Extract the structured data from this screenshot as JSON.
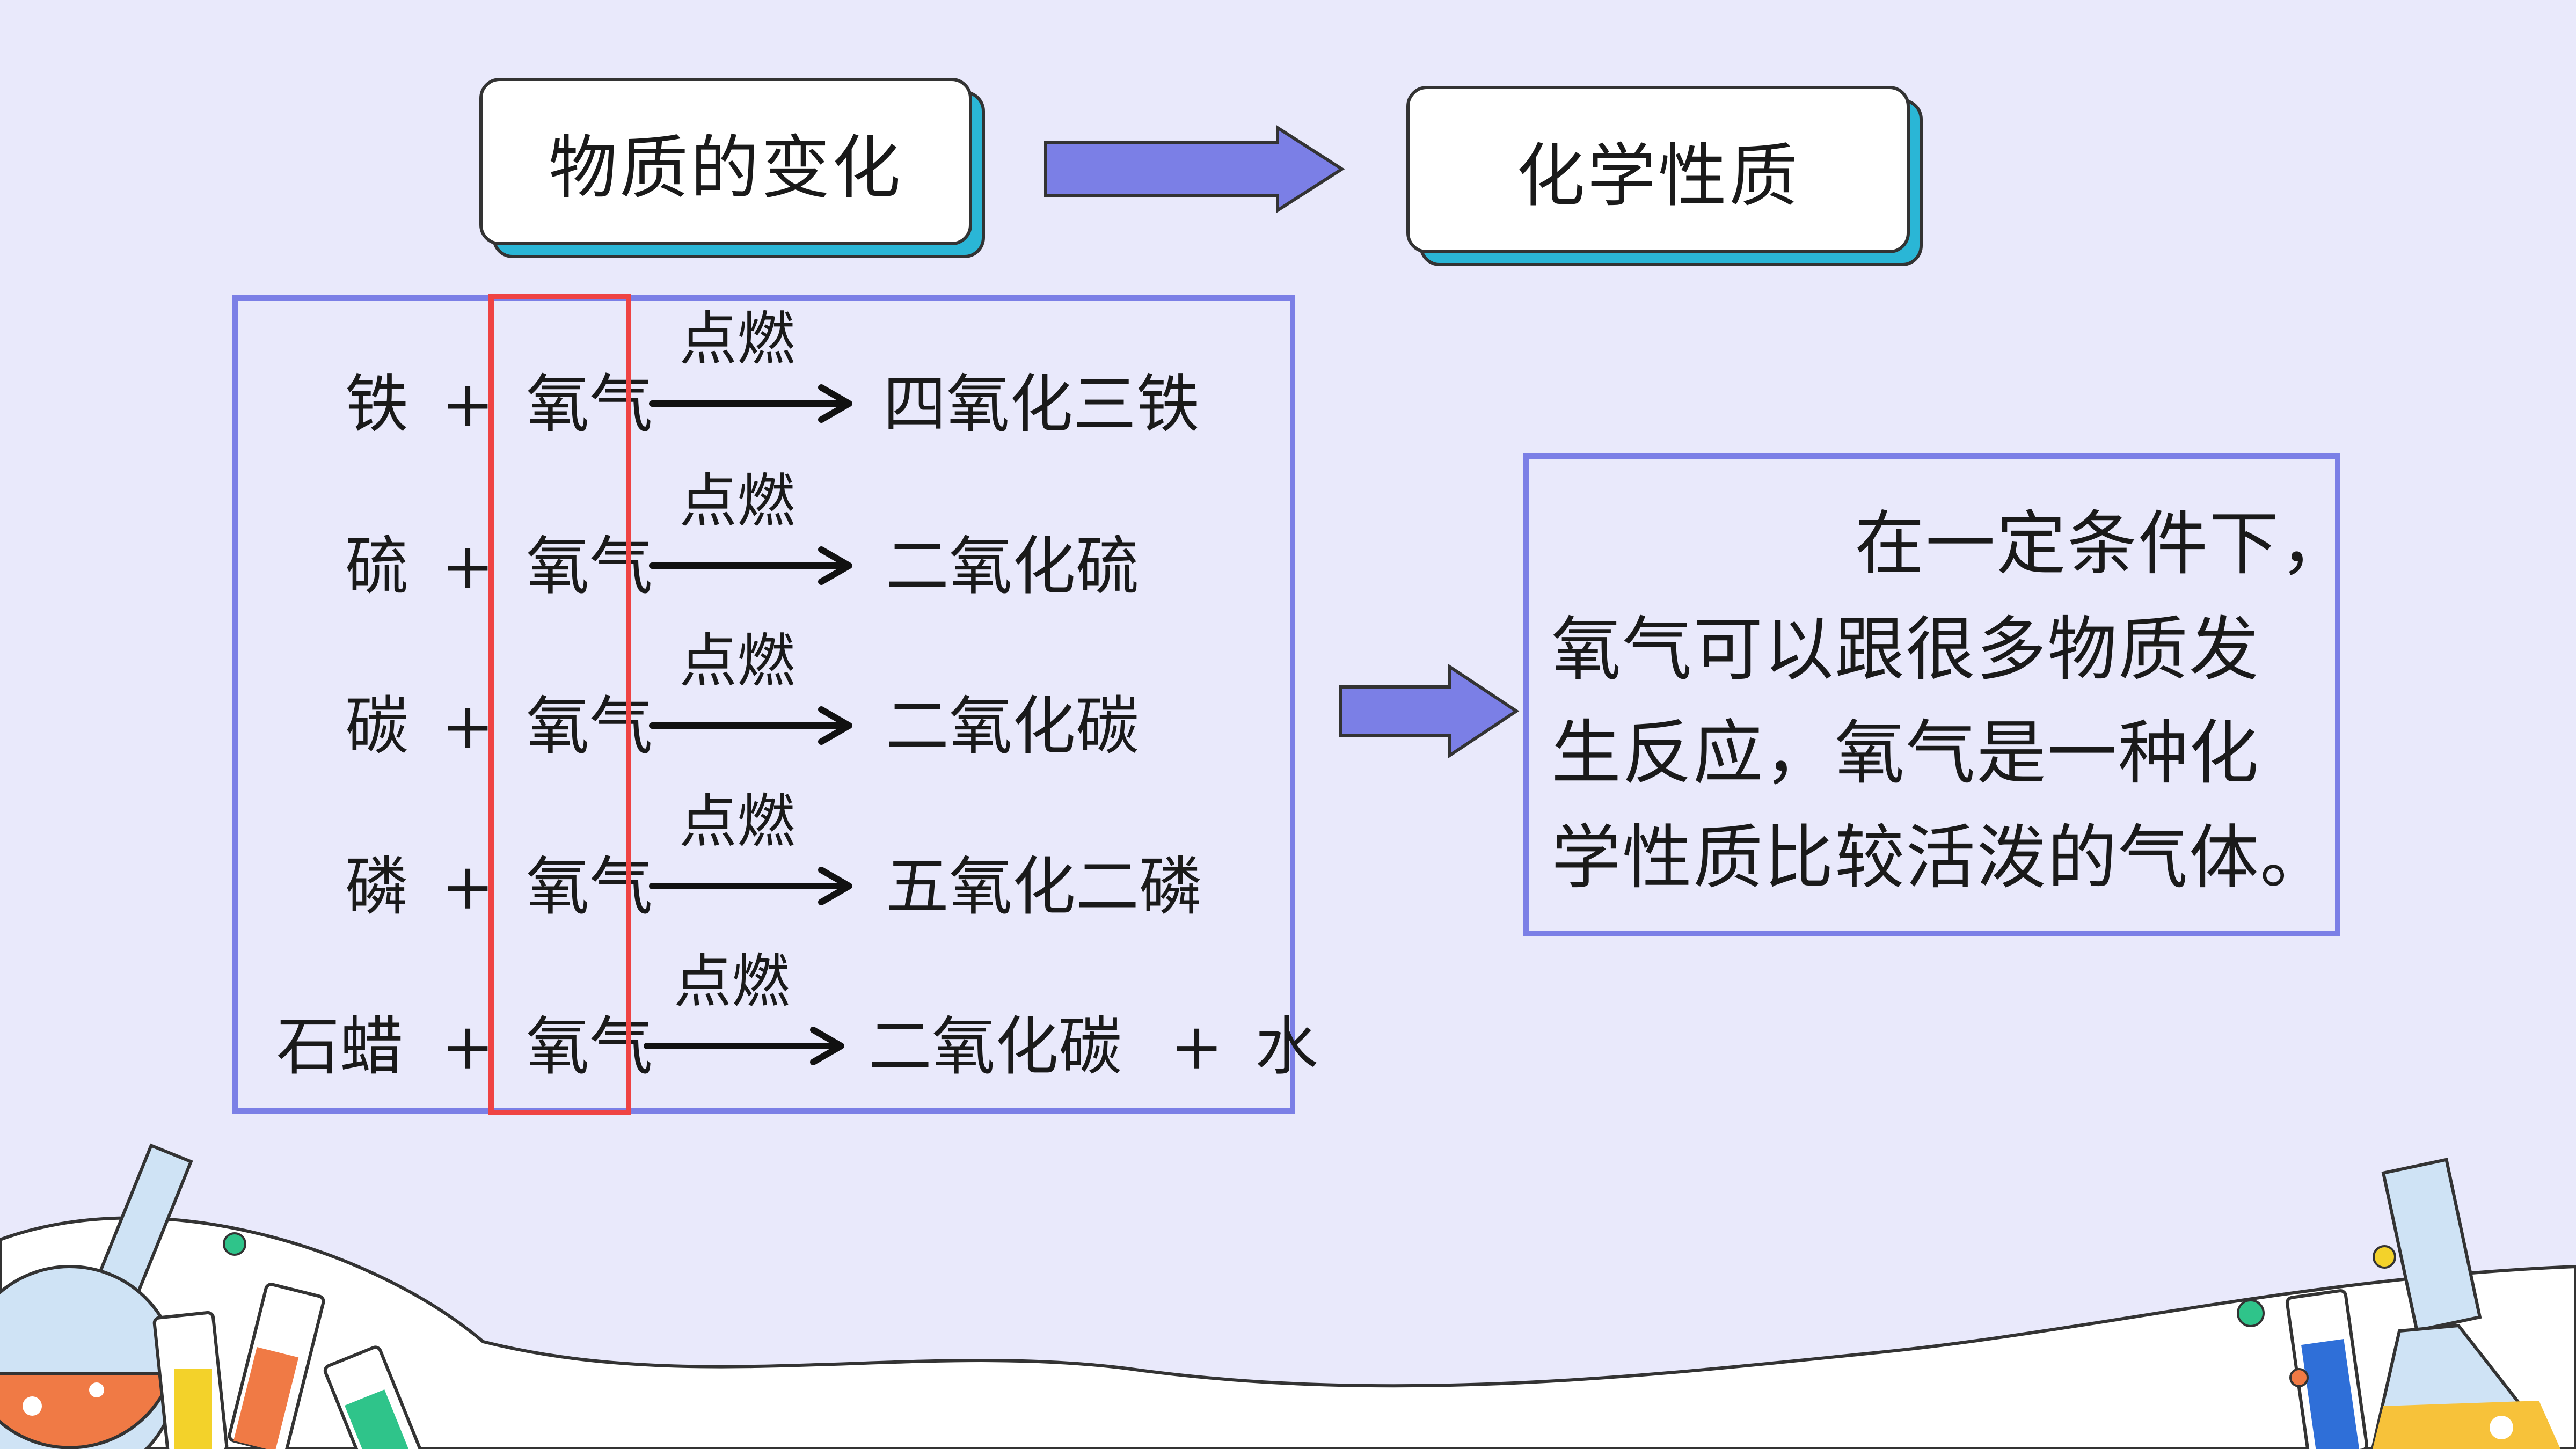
{
  "slide": {
    "topic_box": "物质的变化",
    "property_box": "化学性质",
    "reactions": [
      {
        "reactant": "铁",
        "plus": "+",
        "oxygen": "氧气",
        "condition": "点燃",
        "product": "四氧化三铁"
      },
      {
        "reactant": "硫",
        "plus": "+",
        "oxygen": "氧气",
        "condition": "点燃",
        "product": "二氧化硫"
      },
      {
        "reactant": "碳",
        "plus": "+",
        "oxygen": "氧气",
        "condition": "点燃",
        "product": "二氧化碳"
      },
      {
        "reactant": "磷",
        "plus": "+",
        "oxygen": "氧气",
        "condition": "点燃",
        "product": "五氧化二磷"
      },
      {
        "reactant": "石蜡",
        "plus": "+",
        "oxygen": "氧气",
        "condition": "点燃",
        "product": "二氧化碳",
        "plus2": "+",
        "product2": "水"
      }
    ],
    "conclusion_lines": [
      "在一定条件下，",
      "氧气可以跟很多物质发",
      "生反应，氧气是一种化",
      "学性质比较活泼的气体。"
    ]
  },
  "colors": {
    "background": "#e9e9fb",
    "frame": "#7b7fe6",
    "highlight": "#ef4343",
    "box_shadow": "#2ab6d6",
    "arrow_fill": "#7b7fe6"
  }
}
